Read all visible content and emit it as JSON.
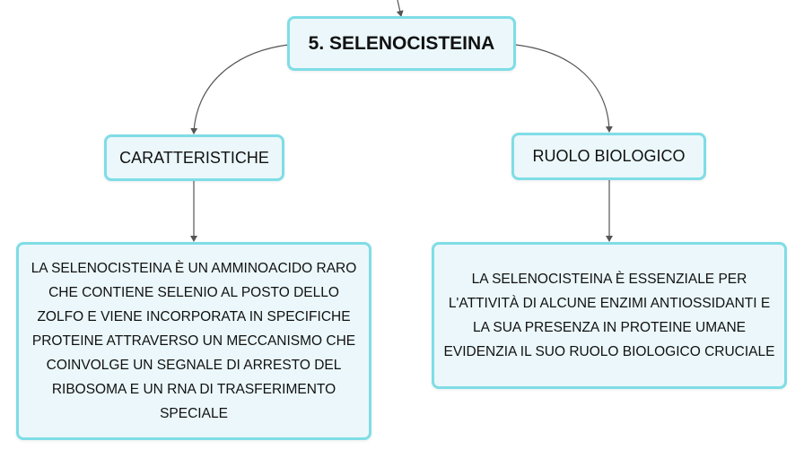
{
  "main_node": {
    "label": "5. SELENOCISTEINA"
  },
  "branches": [
    {
      "label": "CARATTERISTICHE",
      "description": "LA SELENOCISTEINA È UN AMMINOACIDO RARO CHE CONTIENE SELENIO AL POSTO DELLO ZOLFO E VIENE INCORPORATA IN SPECIFICHE PROTEINE ATTRAVERSO UN MECCANISMO CHE COINVOLGE UN SEGNALE DI ARRESTO DEL RIBOSOMA E UN RNA DI TRASFERIMENTO SPECIALE"
    },
    {
      "label": "RUOLO BIOLOGICO",
      "description": "LA SELENOCISTEINA È ESSENZIALE PER L'ATTIVITÀ DI ALCUNE ENZIMI ANTIOSSIDANTI E LA SUA PRESENZA IN PROTEINE UMANE EVIDENZIA IL SUO RUOLO BIOLOGICO CRUCIALE"
    }
  ],
  "colors": {
    "node_border": "#7fdde6",
    "node_fill": "#ebf7fa",
    "connector": "#555555",
    "text": "#111111"
  }
}
